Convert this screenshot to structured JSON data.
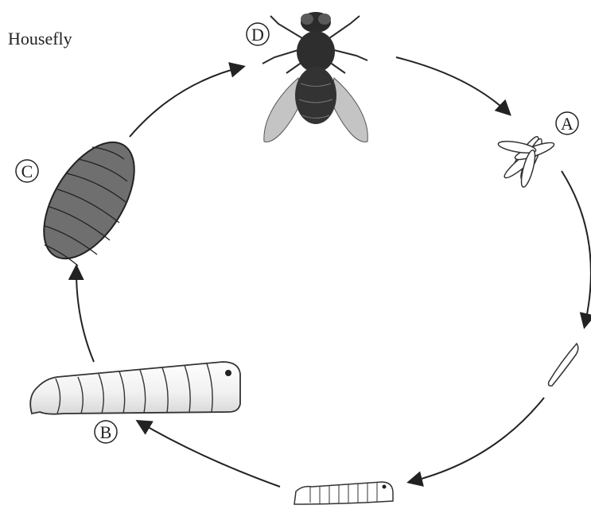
{
  "title": "Housefly",
  "stages": {
    "A": "A",
    "B": "B",
    "C": "C",
    "D": "D"
  },
  "colors": {
    "ink": "#222222",
    "pupa": "#6f6f6f",
    "body_light": "#f2f2f2",
    "fly_dark": "#2b2b2b",
    "wing": "#bdbdbd"
  }
}
